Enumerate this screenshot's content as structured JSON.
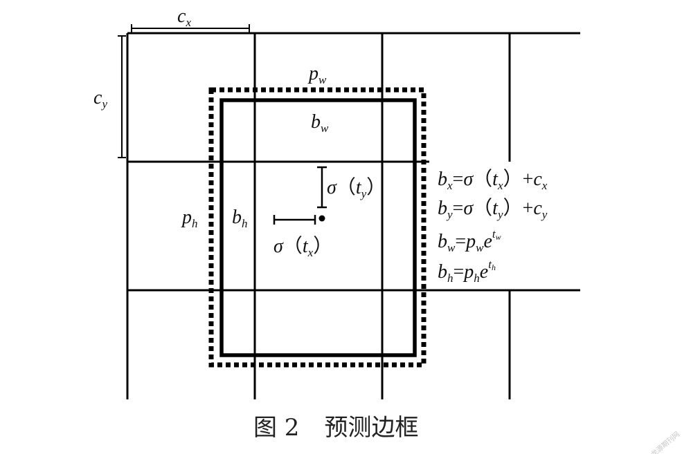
{
  "labels": {
    "cx": {
      "main": "c",
      "sub": "x"
    },
    "cy": {
      "main": "c",
      "sub": "y"
    },
    "pw": {
      "main": "p",
      "sub": "w"
    },
    "bw": {
      "main": "b",
      "sub": "w"
    },
    "ph": {
      "main": "p",
      "sub": "h"
    },
    "bh": {
      "main": "b",
      "sub": "h"
    },
    "sigma_ty": {
      "sigma": "σ",
      "open": "（",
      "main": "t",
      "sub": "y",
      "close": "）"
    },
    "sigma_tx": {
      "sigma": "σ",
      "open": "（",
      "main": "t",
      "sub": "x",
      "close": "）"
    }
  },
  "equations": [
    {
      "lhs": "b",
      "lhs_sub": "x",
      "eq": "=",
      "sigma": "σ",
      "open": "（",
      "t": "t",
      "t_sub": "x",
      "close": "）",
      "plus": "+",
      "c": "c",
      "c_sub": "x"
    },
    {
      "lhs": "b",
      "lhs_sub": "y",
      "eq": "=",
      "sigma": "σ",
      "open": "（",
      "t": "t",
      "t_sub": "y",
      "close": "）",
      "plus": "+",
      "c": "c",
      "c_sub": "y"
    },
    {
      "lhs": "b",
      "lhs_sub": "w",
      "eq": "=",
      "p": "p",
      "p_sub": "w",
      "e": "e",
      "exp": "t",
      "exp_sub": "w"
    },
    {
      "lhs": "b",
      "lhs_sub": "h",
      "eq": "=",
      "p": "p",
      "p_sub": "h",
      "e": "e",
      "exp": "t",
      "exp_sub": "h"
    }
  ],
  "caption": {
    "figure": "图 2",
    "title": "预测边框"
  },
  "watermark": "龙源期刊网",
  "colors": {
    "line": "#000000",
    "text": "#111111",
    "caption": "#222222",
    "watermark": "#c8c8c8"
  }
}
